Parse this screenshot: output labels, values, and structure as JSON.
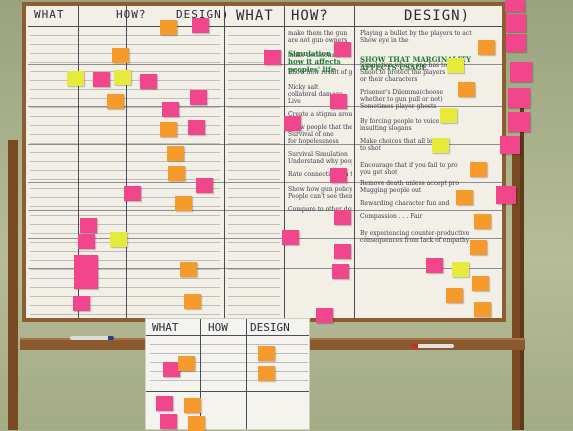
{
  "board": {
    "headings": {
      "what": "WHAT",
      "how": "HOW?",
      "design": "DESIGN)"
    },
    "design_lines": [
      "Playing a bullet by the players to act",
      "Show eye in the",
      "Simulation where one has to",
      "Shoot to protect the players",
      "or their characters",
      "Prisoner's Dilemma(choose",
      "whether to gun pull or not)",
      "Sometimes player ghosts",
      "By forcing people to voice",
      "insulting slogans",
      "Make choices that all lead",
      "to shot",
      "Encourage that if you fail to pro",
      "you get shot",
      "Remove death unless accept pro",
      "Mugging people out",
      "Rewarding character fun and",
      "Compassion . . . Fair",
      "By experiencing counter-productive",
      "consequences from lack of empathy"
    ],
    "green_notes": [
      "Simulation of",
      "how it affects",
      "peoples' life",
      "SHOW THAT MARGINALITY",
      "AFFECTS USAGE"
    ],
    "how_lines": [
      "make them the gun",
      "are not gun owners",
      "make decisions",
      "Show how result of gun possession",
      "Nicky salt",
      "collateral damage",
      "Live",
      "Create a stigma around gun ownership",
      "Show people that there is no",
      "Survival of one",
      "for hopelessness",
      "Survival Simulation",
      "Understand why people with others",
      "Rate connections in the game",
      "Show how gun policy affects",
      "People can't see themselves",
      "Compare to other demands"
    ]
  },
  "poster": {
    "headings": {
      "what": "WHAT",
      "how": "HOW",
      "design": "DESIGN"
    }
  },
  "colors": {
    "pink_note": "#f2468c",
    "orange_note": "#f59a2b",
    "yellow_note": "#e6ea3a",
    "frame_wood": "#8b5d31",
    "green_ink": "#1f7a32"
  }
}
